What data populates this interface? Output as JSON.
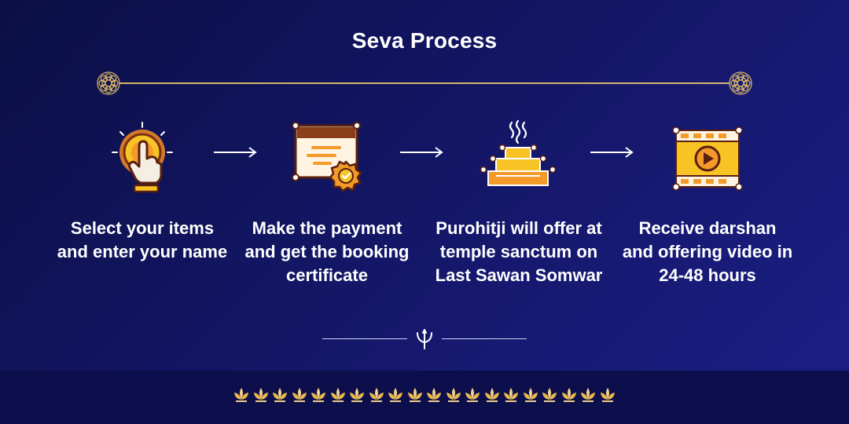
{
  "title": "Seva Process",
  "colors": {
    "gold": "#d6b46a",
    "accent_yellow": "#f7c325",
    "accent_orange": "#f39a2a",
    "brown": "#8a3f1a",
    "background": "#131664"
  },
  "steps": [
    {
      "icon": "tap-hand-icon",
      "text": "Select your items and enter your name"
    },
    {
      "icon": "certificate-icon",
      "text": "Make the payment and get the booking certificate"
    },
    {
      "icon": "temple-offering-icon",
      "text": "Purohitji will offer at temple sanctum on Last Sawan Somwar"
    },
    {
      "icon": "video-icon",
      "text": "Receive darshan and offering video in 24-48 hours"
    }
  ],
  "decor": {
    "top_divider_icon": "mandala-icon",
    "bottom_divider_icon": "trident-icon",
    "footer_icon": "lotus-icon",
    "footer_lotus_count": 20
  }
}
